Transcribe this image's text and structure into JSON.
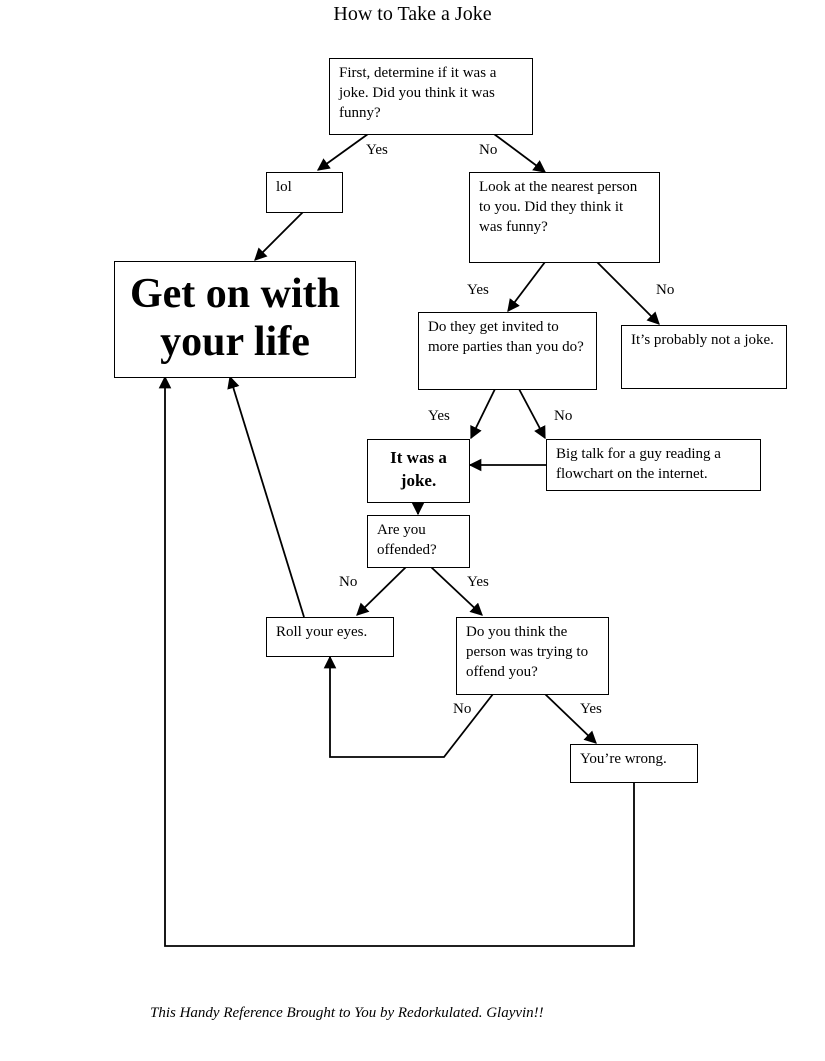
{
  "title": "How to Take a Joke",
  "nodes": {
    "determine": "First, determine if it was a joke. Did you think it was funny?",
    "lol": "lol",
    "look_person": "Look at the nearest person to you. Did they think it was funny?",
    "get_on": "Get on with your life",
    "parties": "Do they get invited to more parties than you do?",
    "not_joke": "It’s probably not a joke.",
    "was_joke": "It was a joke.",
    "big_talk": "Big talk for a guy reading a flowchart on the internet.",
    "offended": "Are you offended?",
    "roll_eyes": "Roll your eyes.",
    "trying": "Do you think the person was trying to offend you?",
    "wrong": "You’re wrong."
  },
  "edge_labels": {
    "determine_yes": "Yes",
    "determine_no": "No",
    "look_yes": "Yes",
    "look_no": "No",
    "parties_yes": "Yes",
    "parties_no": "No",
    "offended_no": "No",
    "offended_yes": "Yes",
    "trying_no": "No",
    "trying_yes": "Yes"
  },
  "footer": "This Handy Reference Brought to You by Redorkulated. Glayvin!!"
}
